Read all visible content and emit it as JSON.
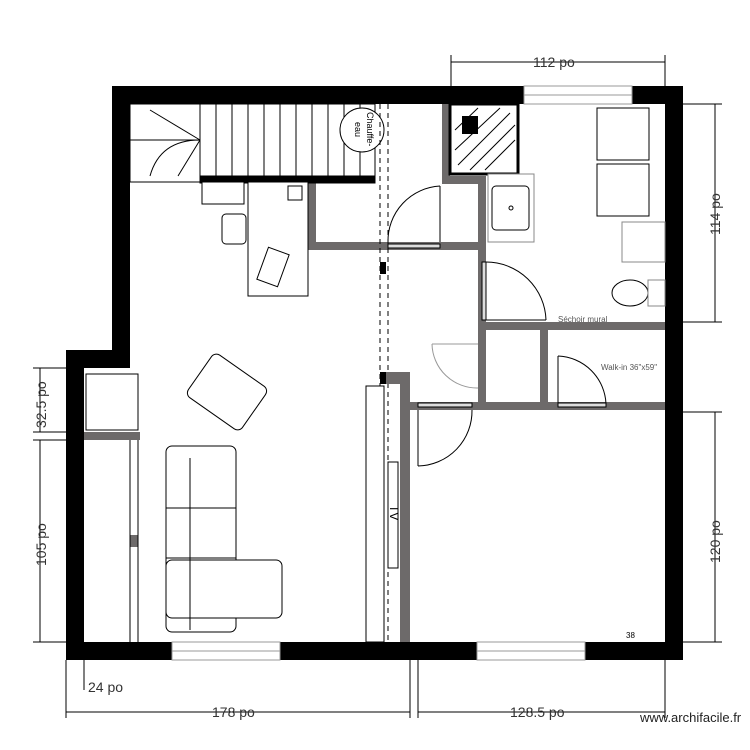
{
  "dimensions": {
    "top_right": "112 po",
    "right_upper": "114 po",
    "right_lower": "120 po",
    "left_upper": "32.5 po",
    "left_lower": "105 po",
    "bottom_left_small": "24 po",
    "bottom_left": "178 po",
    "bottom_right": "128.5 po"
  },
  "labels": {
    "water_heater_line1": "Chauffe-",
    "water_heater_line2": "eau",
    "dryer": "Séchoir mural",
    "walk_in": "Walk-in 36\"x59\"",
    "tv": "TV",
    "small_mark": "38"
  },
  "watermark": "www.archifacile.fr",
  "colors": {
    "exterior_wall": "#000000",
    "interior_wall": "#6d6a6a",
    "window": "#dddddd"
  }
}
